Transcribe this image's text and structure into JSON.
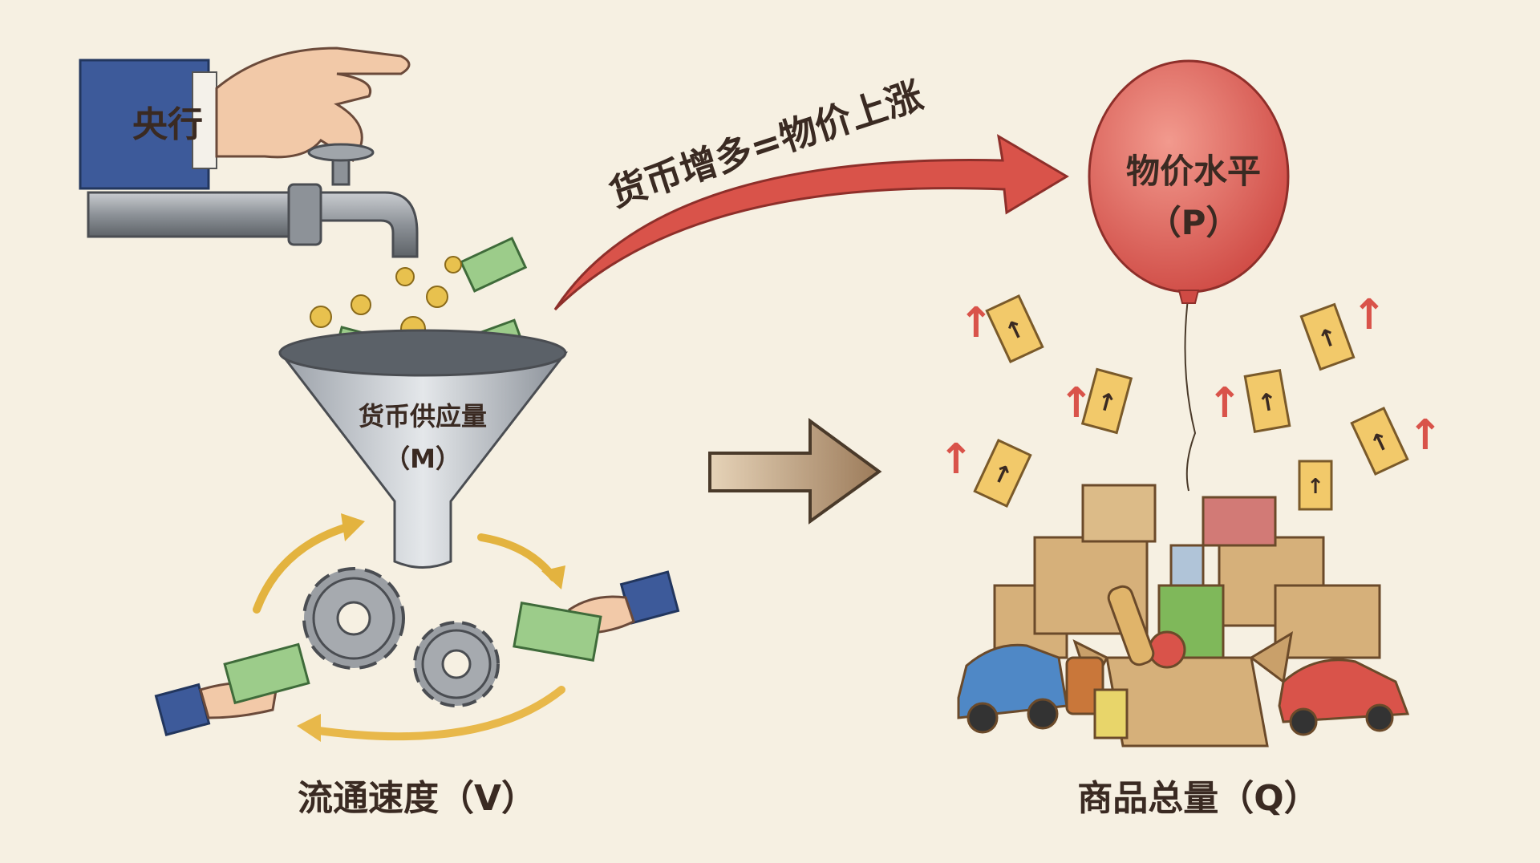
{
  "central_bank": {
    "label": "央行"
  },
  "top_arrow": {
    "label": "货币增多=物价上涨"
  },
  "balloon": {
    "title": "物价水平",
    "symbol": "（P）"
  },
  "funnel": {
    "title": "货币供应量",
    "symbol": "（M）"
  },
  "velocity": {
    "label": "流通速度（V）"
  },
  "goods": {
    "label": "商品总量（Q）"
  },
  "colors": {
    "background": "#f6f0e2",
    "arrow_red": "#d9534a",
    "balloon_red": "#e0605a",
    "sleeve_blue": "#3d5a9a",
    "tag_yellow": "#f2c96a",
    "box_brown": "#d6b07a"
  }
}
